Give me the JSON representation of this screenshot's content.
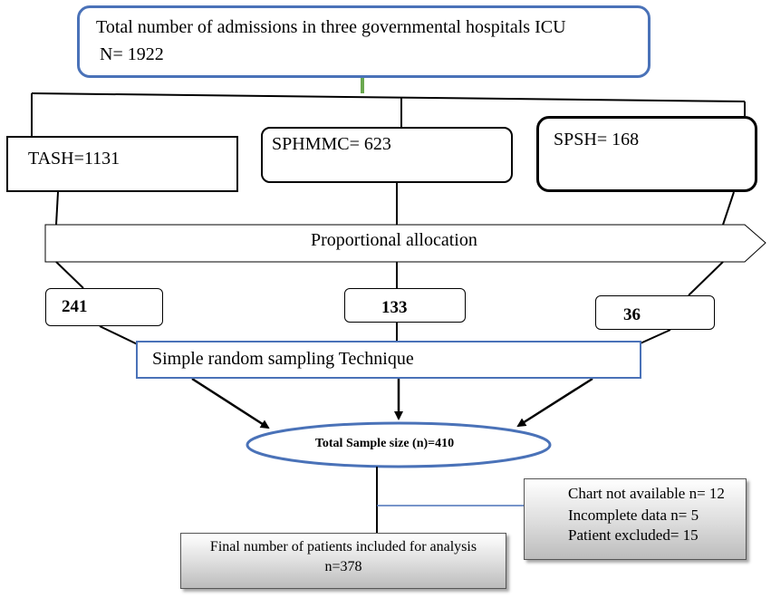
{
  "top": {
    "line1": "Total number of admissions in three governmental hospitals ICU",
    "line2": "N= 1922"
  },
  "hospitals": [
    {
      "label": "TASH=1131"
    },
    {
      "label": "SPHMMC= 623"
    },
    {
      "label": "SPSH= 168"
    }
  ],
  "allocation": {
    "label": "Proportional allocation"
  },
  "samples": [
    {
      "value": "241"
    },
    {
      "value": "133"
    },
    {
      "value": "36"
    }
  ],
  "sampling": {
    "label": "Simple random sampling Technique"
  },
  "total": {
    "label": "Total Sample size (n)=410"
  },
  "excluded": {
    "line1": "Chart not available n= 12",
    "line2": "Incomplete data n= 5",
    "line3": "Patient excluded= 15"
  },
  "final": {
    "line1": "Final number of patients included for analysis",
    "line2": "n=378"
  },
  "colors": {
    "blue_border": "#4a72b8",
    "connector_green": "#6aa84f",
    "excl_line_blue": "#4a72b8"
  }
}
